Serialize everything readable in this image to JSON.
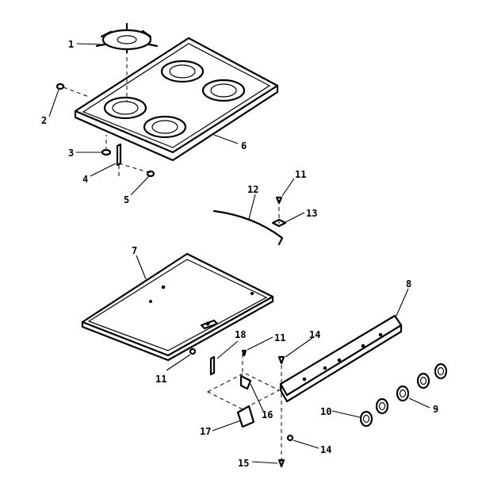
{
  "callouts": {
    "c1": "1",
    "c2": "2",
    "c3": "3",
    "c4": "4",
    "c5": "5",
    "c6": "6",
    "c7": "7",
    "c8": "8",
    "c9": "9",
    "c10": "10",
    "c11a": "11",
    "c11b": "11",
    "c11c": "11",
    "c12": "12",
    "c13": "13",
    "c14a": "14",
    "c14b": "14",
    "c15": "15",
    "c16": "16",
    "c17": "17",
    "c18": "18"
  }
}
